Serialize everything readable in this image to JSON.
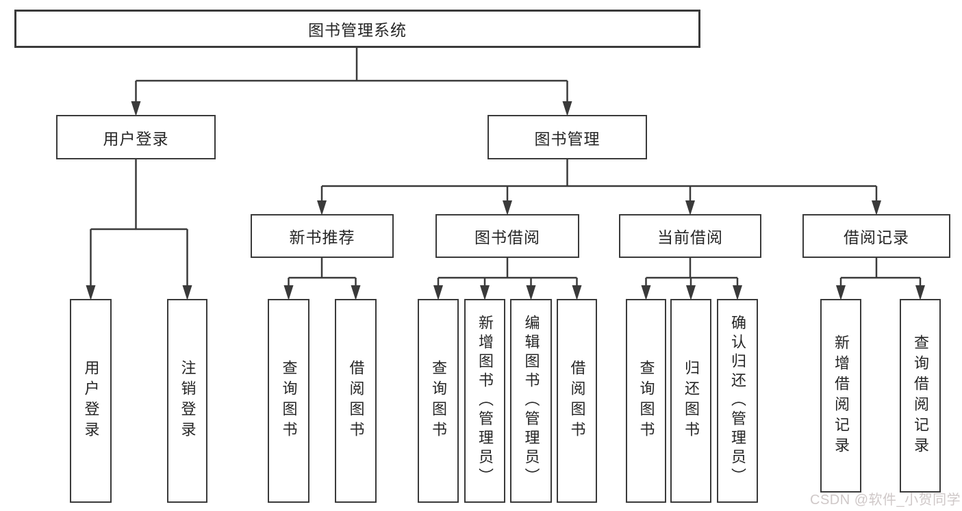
{
  "diagram": {
    "root": {
      "label": "图书管理系统"
    },
    "branches": [
      {
        "label": "用户登录",
        "children": [
          {
            "label": "用户登录"
          },
          {
            "label": "注销登录"
          }
        ]
      },
      {
        "label": "图书管理",
        "children": [
          {
            "label": "新书推荐",
            "children": [
              {
                "label": "查询图书"
              },
              {
                "label": "借阅图书"
              }
            ]
          },
          {
            "label": "图书借阅",
            "children": [
              {
                "label": "查询图书"
              },
              {
                "label": "新增图书（管理员）"
              },
              {
                "label": "编辑图书（管理员）"
              },
              {
                "label": "借阅图书"
              }
            ]
          },
          {
            "label": "当前借阅",
            "children": [
              {
                "label": "查询图书"
              },
              {
                "label": "归还图书"
              },
              {
                "label": "确认归还（管理员）"
              }
            ]
          },
          {
            "label": "借阅记录",
            "children": [
              {
                "label": "新增借阅记录"
              },
              {
                "label": "查询借阅记录"
              }
            ]
          }
        ]
      }
    ]
  },
  "watermark": {
    "text": "CSDN @软件_小贺同学"
  },
  "colors": {
    "line": "#3a3a3a",
    "node_border": "#3a3a3a",
    "text": "#262626",
    "watermark": "#cfc8c8",
    "background": "#ffffff"
  }
}
